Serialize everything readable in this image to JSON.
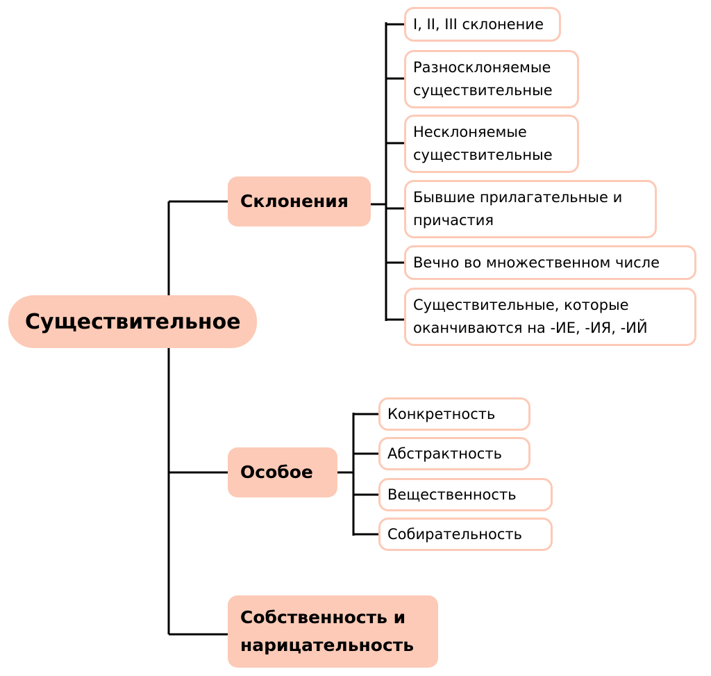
{
  "root": {
    "label": "Существительное"
  },
  "categories": [
    {
      "label": "Склонения",
      "items": [
        "I, II, III склонение",
        "Разносклоняемые существительные",
        "Несклоняемые существительные",
        "Бывшие прилагательные и причастия",
        "Вечно во множественном числе",
        "Существительные, которые оканчиваются на -ИЕ, -ИЯ, -ИЙ"
      ]
    },
    {
      "label": "Особое",
      "items": [
        "Конкретность",
        "Абстрактность",
        "Вещественность",
        "Собирательность"
      ]
    },
    {
      "label": "Собственность и нарицательность",
      "items": []
    }
  ],
  "colors": {
    "node_fill": "#fccab7",
    "leaf_border": "#fccab7",
    "line": "#000000"
  }
}
